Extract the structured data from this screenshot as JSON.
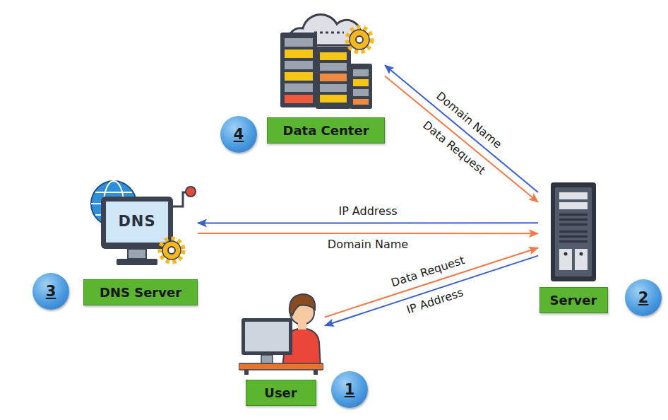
{
  "diagram": {
    "nodes": [
      {
        "text": [
          "Data Center"
        ]
      },
      {
        "text": [
          "DNS Server"
        ]
      },
      {
        "text": [
          "Server"
        ]
      },
      {
        "text": [
          "User"
        ]
      }
    ],
    "edges": [
      {
        "from": 2,
        "to": 0,
        "arrow": "to",
        "label": "Domain Name"
      },
      {
        "from": 0,
        "to": 2,
        "arrow": "to",
        "label": "Data Request"
      },
      {
        "from": 2,
        "to": 1,
        "arrow": "to",
        "label": "IP Address"
      },
      {
        "from": 1,
        "to": 2,
        "arrow": "to",
        "label": "Domain Name"
      },
      {
        "from": 2,
        "to": 3,
        "arrow": "to",
        "label": "IP Address"
      },
      {
        "from": 3,
        "to": 2,
        "arrow": "to",
        "label": "Data Request"
      }
    ],
    "labels": [
      "4",
      "3",
      "2",
      "1",
      "DNS"
    ]
  }
}
